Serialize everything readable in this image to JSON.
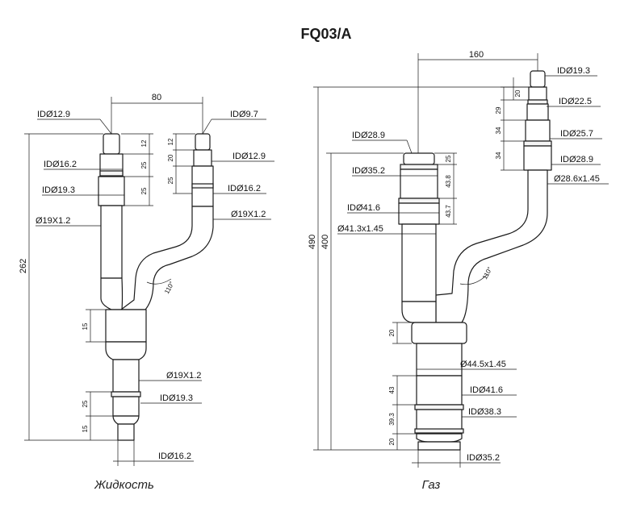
{
  "title": "FQ03/A",
  "liquid": {
    "caption": "Жидкость",
    "labels": {
      "top_left_id": "IDØ12.9",
      "top_right_id": "IDØ9.7",
      "left_mid_id": "IDØ16.2",
      "left_low_id": "IDØ19.3",
      "left_od": "Ø19X1.2",
      "right_id_1": "IDØ12.9",
      "right_id_2": "IDØ16.2",
      "right_od": "Ø19X1.2",
      "bottom_od": "Ø19X1.2",
      "bottom_id_1": "IDØ19.3",
      "bottom_id_2": "IDØ16.2"
    },
    "dims": {
      "spacing": "80",
      "left_12": "12",
      "left_25a": "25",
      "left_25b": "25",
      "right_12": "12",
      "right_20": "20",
      "right_25": "25",
      "total": "262",
      "stem_15": "15",
      "low_25": "25",
      "low_15": "15",
      "angle": "110°"
    }
  },
  "gas": {
    "caption": "Газ",
    "labels": {
      "right_id_1": "IDØ19.3",
      "right_id_2": "IDØ22.5",
      "right_id_3": "IDØ25.7",
      "right_id_4": "IDØ28.9",
      "right_od": "Ø28.6x1.45",
      "left_id_1": "IDØ28.9",
      "left_id_2": "IDØ35.2",
      "left_id_3": "IDØ41.6",
      "left_od": "Ø41.3x1.45",
      "stem_od": "Ø44.5x1.45",
      "stem_id_1": "IDØ41.6",
      "stem_id_2": "IDØ38.3",
      "stem_id_3": "IDØ35.2"
    },
    "dims": {
      "spacing": "160",
      "r_20": "20",
      "r_29": "29",
      "r_34a": "34",
      "r_34b": "34",
      "l_25": "25",
      "l_43_8": "43.8",
      "l_43_7": "43.7",
      "total_490": "490",
      "total_400": "400",
      "stem_20": "20",
      "stem_43": "43",
      "stem_39_3": "39.3",
      "stem_20b": "20",
      "angle": "110°"
    }
  }
}
